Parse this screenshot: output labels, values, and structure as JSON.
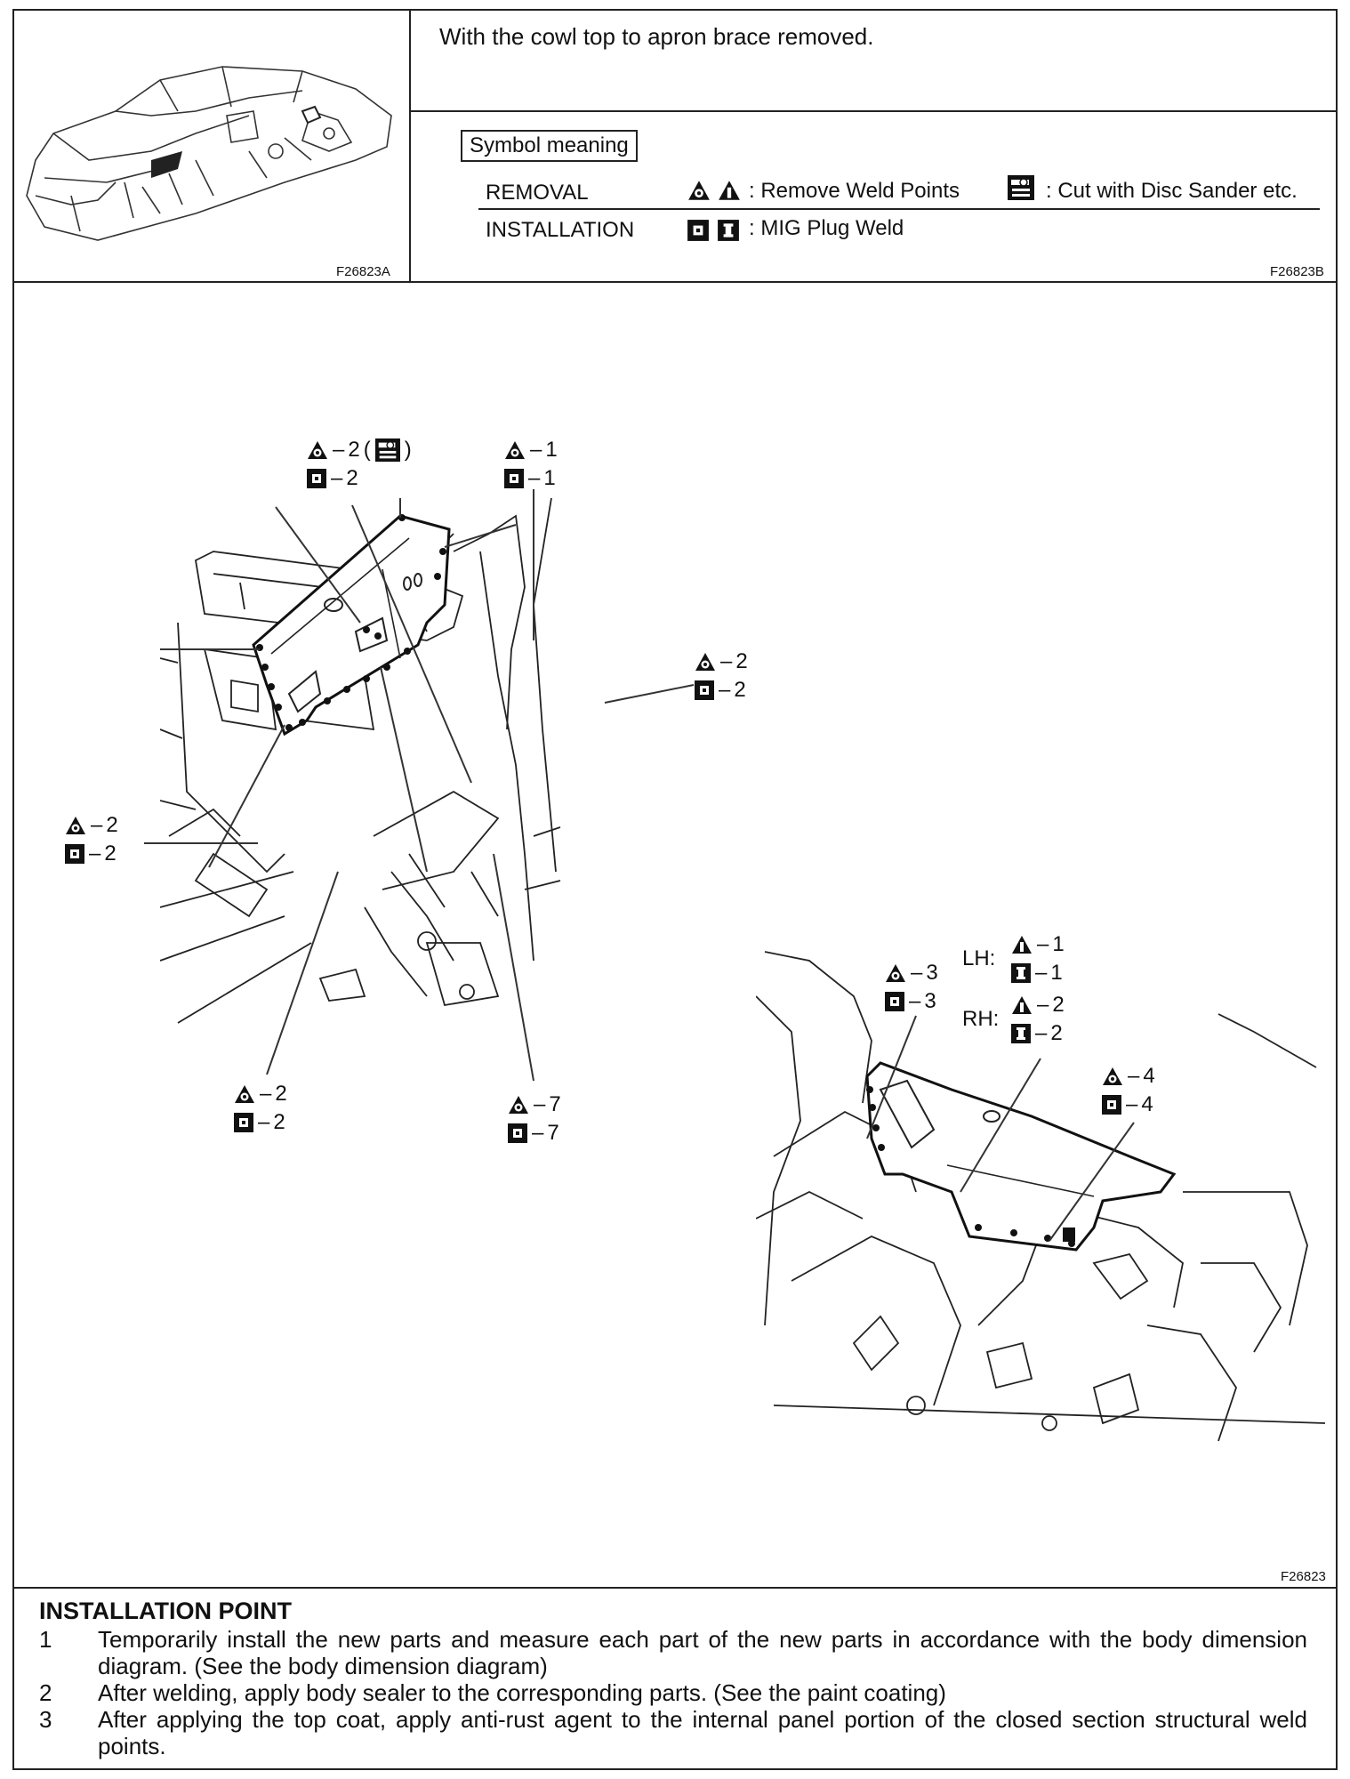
{
  "header": {
    "thumbnail_code": "F26823A",
    "note": "With the cowl top to apron brace removed.",
    "legend_code": "F26823B"
  },
  "legend": {
    "title": "Symbol meaning",
    "removal_label": "REMOVAL",
    "removal_weld_text": ": Remove Weld Points",
    "removal_cut_text": ": Cut with Disc Sander etc.",
    "installation_label": "INSTALLATION",
    "installation_text": ": MIG Plug Weld"
  },
  "diagram": {
    "code": "F26823",
    "left_view": {
      "callouts": [
        {
          "removal": "2",
          "installation": "2",
          "note": "cut"
        },
        {
          "removal": "1",
          "installation": "1"
        },
        {
          "removal": "2",
          "installation": "2"
        },
        {
          "removal": "2",
          "installation": "2"
        },
        {
          "removal": "2",
          "installation": "2"
        },
        {
          "removal": "7",
          "installation": "7"
        }
      ]
    },
    "right_view": {
      "callouts": [
        {
          "removal": "3",
          "installation": "3"
        },
        {
          "removal": "4",
          "installation": "4"
        }
      ],
      "lh_label": "LH:",
      "lh_removal": "1",
      "lh_installation": "1",
      "rh_label": "RH:",
      "rh_removal": "2",
      "rh_installation": "2"
    }
  },
  "installation_point": {
    "title": "INSTALLATION POINT",
    "items": [
      {
        "num": "1",
        "text": "Temporarily install the new parts and measure each part of the new parts in accordance with the body dimension diagram. (See the body dimension diagram)"
      },
      {
        "num": "2",
        "text": "After welding, apply body sealer to the corresponding parts. (See the paint coating)"
      },
      {
        "num": "3",
        "text": "After applying the top coat, apply anti-rust agent to the internal panel portion of the closed section structural weld points."
      }
    ]
  },
  "colors": {
    "line": "#222222",
    "panel_fill": "#ffffff",
    "weld": "#111111"
  },
  "icons": [
    "spot-weld-removal-icon",
    "weld-removal-alt-icon",
    "disc-sander-icon",
    "mig-plug-weld-icon",
    "mig-plug-weld-alt-icon"
  ]
}
